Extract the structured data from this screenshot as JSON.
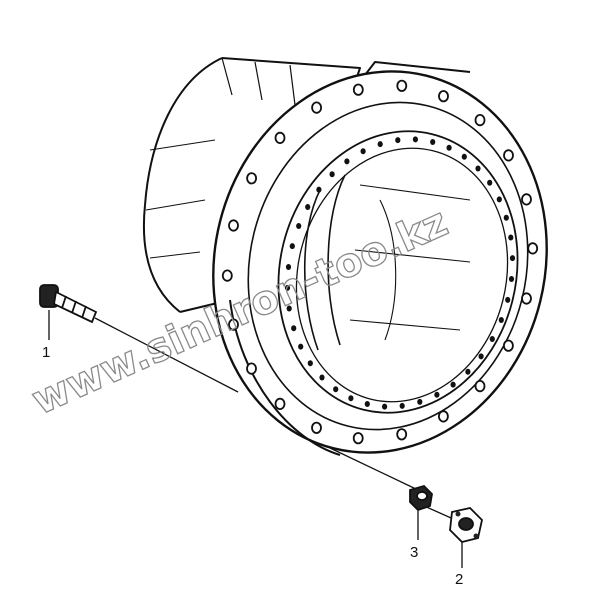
{
  "watermark": {
    "text": "www.sinhron-too.kz"
  },
  "corner_mark": "",
  "callouts": [
    {
      "id": "1",
      "label": "1"
    },
    {
      "id": "2",
      "label": "2"
    },
    {
      "id": "3",
      "label": "3"
    }
  ]
}
